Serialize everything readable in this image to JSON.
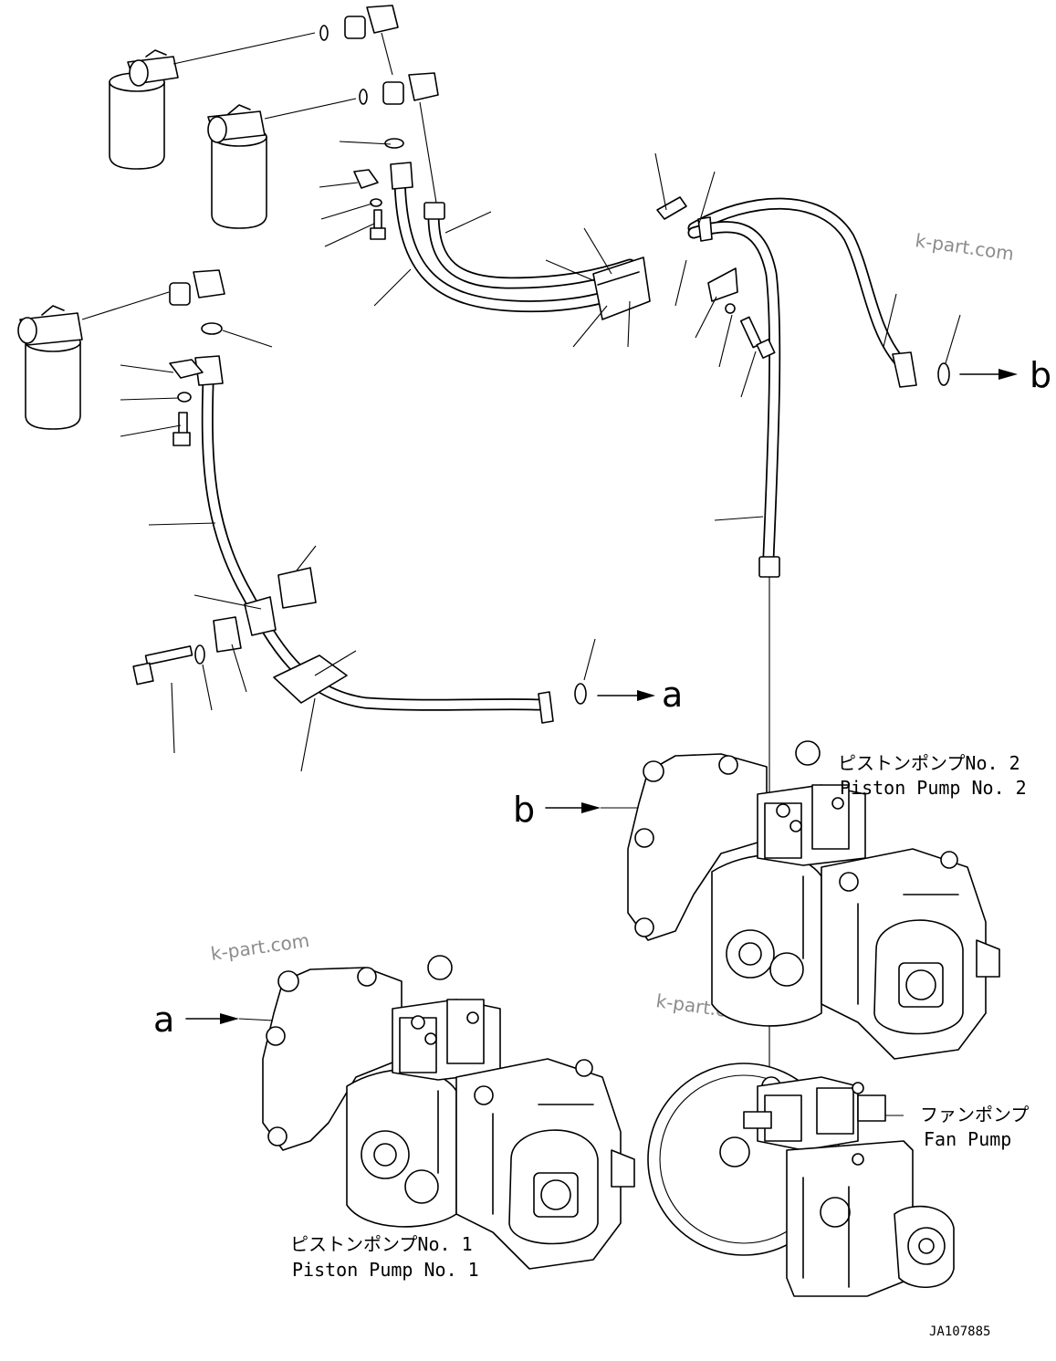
{
  "labels": {
    "piston_pump_2_jp": "ピストンポンプNo. 2",
    "piston_pump_2_en": "Piston Pump No. 2",
    "piston_pump_1_jp": "ピストンポンプNo. 1",
    "piston_pump_1_en": "Piston Pump No. 1",
    "fan_pump_jp": "ファンポンプ",
    "fan_pump_en": "Fan Pump"
  },
  "connections": {
    "a": "a",
    "b": "b"
  },
  "watermark": "k-part.com",
  "drawing_number": "JA107885"
}
